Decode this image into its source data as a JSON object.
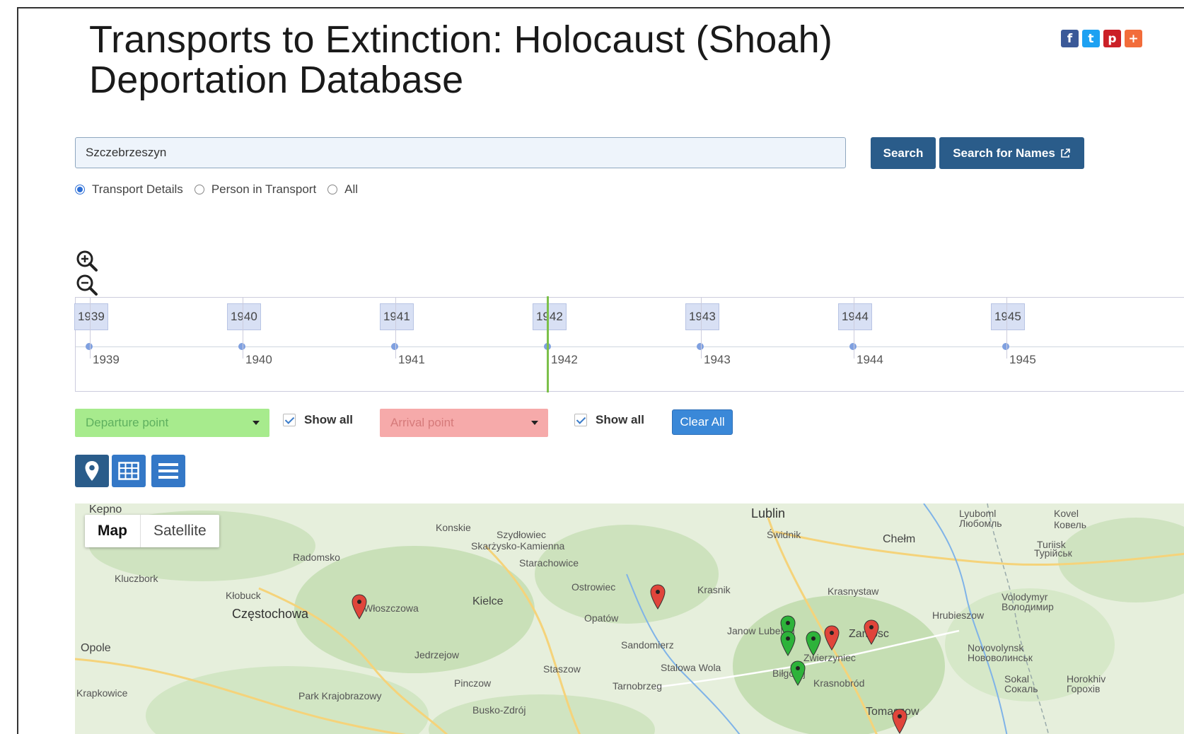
{
  "header": {
    "title": "Transports to Extinction: Holocaust (Shoah) Deportation Database"
  },
  "social": [
    {
      "name": "facebook-icon",
      "glyph": "f",
      "color": "#3b5998"
    },
    {
      "name": "twitter-icon",
      "glyph": "t",
      "color": "#1da1f2"
    },
    {
      "name": "pinterest-icon",
      "glyph": "p",
      "color": "#cb2027"
    },
    {
      "name": "plus-icon",
      "glyph": "+",
      "color": "#f26c3a"
    }
  ],
  "search": {
    "value": "Szczebrzeszyn",
    "search_label": "Search",
    "names_label": "Search for Names"
  },
  "radios": [
    {
      "label": "Transport Details",
      "checked": true
    },
    {
      "label": "Person in Transport",
      "checked": false
    },
    {
      "label": "All",
      "checked": false
    }
  ],
  "timeline": {
    "years": [
      "1939",
      "1940",
      "1941",
      "1942",
      "1943",
      "1944",
      "1945"
    ],
    "current": "1942"
  },
  "filters": {
    "departure_placeholder": "Departure point",
    "arrival_placeholder": "Arrival point",
    "show_all_departure": "Show all",
    "show_all_arrival": "Show all",
    "clear_label": "Clear All"
  },
  "views": [
    "map-view",
    "grid-view",
    "list-view"
  ],
  "map": {
    "type_map": "Map",
    "type_satellite": "Satellite",
    "places": [
      {
        "name": "Kepno",
        "cls": "mid"
      },
      {
        "name": "Radomsko",
        "cls": ""
      },
      {
        "name": "Kluczbork",
        "cls": ""
      },
      {
        "name": "Kłobuck",
        "cls": ""
      },
      {
        "name": "Częstochowa",
        "cls": "big"
      },
      {
        "name": "Opole",
        "cls": "mid"
      },
      {
        "name": "Krapkowice",
        "cls": ""
      },
      {
        "name": "Włoszczowa",
        "cls": ""
      },
      {
        "name": "Konskie",
        "cls": ""
      },
      {
        "name": "Szydłowiec",
        "cls": ""
      },
      {
        "name": "Skarżysko-Kamienna",
        "cls": ""
      },
      {
        "name": "Starachowice",
        "cls": ""
      },
      {
        "name": "Kielce",
        "cls": "mid"
      },
      {
        "name": "Ostrowiec",
        "cls": ""
      },
      {
        "name": "Opatów",
        "cls": ""
      },
      {
        "name": "Jedrzejow",
        "cls": ""
      },
      {
        "name": "Pinczow",
        "cls": ""
      },
      {
        "name": "Busko-Zdrój",
        "cls": ""
      },
      {
        "name": "Staszow",
        "cls": ""
      },
      {
        "name": "Sandomierz",
        "cls": ""
      },
      {
        "name": "Tarnobrzeg",
        "cls": ""
      },
      {
        "name": "Stalowa Wola",
        "cls": ""
      },
      {
        "name": "Park Krajobrazowy",
        "cls": ""
      },
      {
        "name": "Lublin",
        "cls": "big"
      },
      {
        "name": "Świdnik",
        "cls": ""
      },
      {
        "name": "Krasnik",
        "cls": ""
      },
      {
        "name": "Janow Lubelski",
        "cls": ""
      },
      {
        "name": "Chełm",
        "cls": "mid"
      },
      {
        "name": "Krasnystaw",
        "cls": ""
      },
      {
        "name": "Zamosc",
        "cls": "mid"
      },
      {
        "name": "Zwierzyniec",
        "cls": ""
      },
      {
        "name": "Biłgoraj",
        "cls": ""
      },
      {
        "name": "Krasnobród",
        "cls": ""
      },
      {
        "name": "Tomaszow",
        "cls": "mid"
      },
      {
        "name": "Hrubieszow",
        "cls": ""
      },
      {
        "name": "Volodymyr",
        "cls": ""
      },
      {
        "name": "Володимир",
        "cls": ""
      },
      {
        "name": "Novovolynsk",
        "cls": ""
      },
      {
        "name": "Нововолинськ",
        "cls": ""
      },
      {
        "name": "Kovel",
        "cls": ""
      },
      {
        "name": "Ковель",
        "cls": ""
      },
      {
        "name": "Lyuboml",
        "cls": ""
      },
      {
        "name": "Любомль",
        "cls": ""
      },
      {
        "name": "Turiisk",
        "cls": ""
      },
      {
        "name": "Турійськ",
        "cls": ""
      },
      {
        "name": "Sokal",
        "cls": ""
      },
      {
        "name": "Сокаль",
        "cls": ""
      },
      {
        "name": "Horokhiv",
        "cls": ""
      },
      {
        "name": "Горохів",
        "cls": ""
      }
    ],
    "markers": [
      {
        "color": "#e0453b"
      },
      {
        "color": "#e0453b"
      },
      {
        "color": "#2db33a"
      },
      {
        "color": "#2db33a"
      },
      {
        "color": "#2db33a"
      },
      {
        "color": "#e0453b"
      },
      {
        "color": "#e0453b"
      },
      {
        "color": "#2db33a"
      },
      {
        "color": "#e0453b"
      }
    ]
  }
}
